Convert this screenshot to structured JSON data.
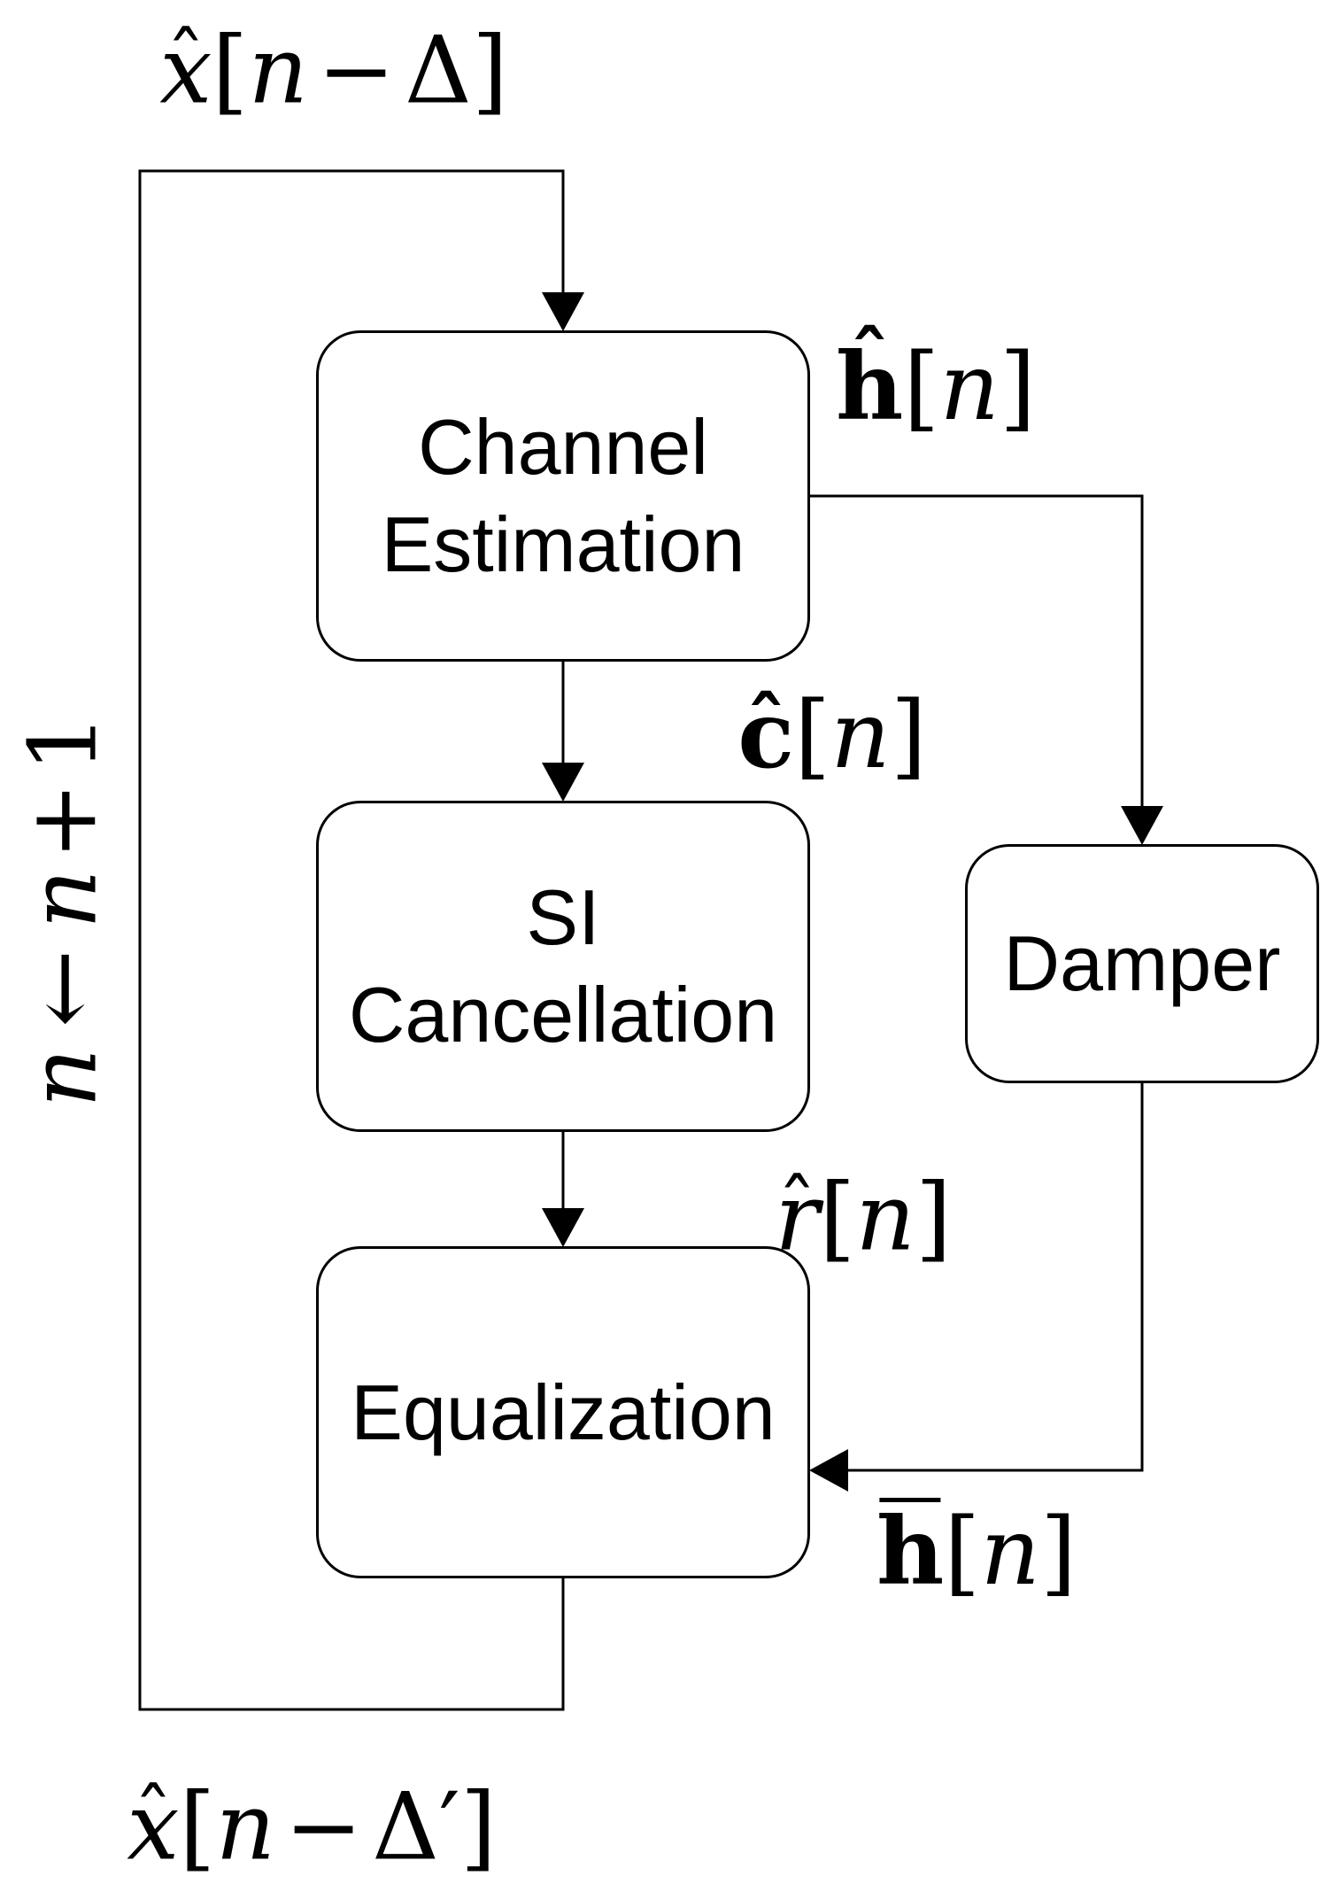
{
  "blocks": {
    "channel_estimation": {
      "line1": "Channel",
      "line2": "Estimation"
    },
    "si_cancellation": {
      "line1": "SI",
      "line2": "Cancellation"
    },
    "equalization": {
      "label": "Equalization"
    },
    "damper": {
      "label": "Damper"
    }
  },
  "signals": {
    "input_top": {
      "accent": "ˆ",
      "base": "x",
      "open": "[",
      "index": "n",
      "operator": "−",
      "delta": "Δ",
      "close": "]"
    },
    "channel_estimate": {
      "accent": "ˆ",
      "base": "h",
      "open": "[",
      "index": "n",
      "close": "]"
    },
    "cancellation_signal": {
      "accent": "ˆ",
      "base": "c",
      "open": "[",
      "index": "n",
      "close": "]"
    },
    "residual_signal": {
      "accent": "ˆ",
      "base": "r",
      "open": "[",
      "index": "n",
      "close": "]"
    },
    "damped_estimate": {
      "base": "h",
      "open": "[",
      "index": "n",
      "close": "]"
    },
    "output_bottom": {
      "accent": "ˆ",
      "base": "x",
      "open": "[",
      "index": "n",
      "operator": "−",
      "delta": "Δ",
      "prime": "′",
      "close": "]"
    },
    "iteration": {
      "var1": "n",
      "arrow": "←",
      "var2": "n",
      "plus": "+",
      "one": "1"
    }
  },
  "colors": {
    "ink": "#000000",
    "background": "#ffffff"
  }
}
